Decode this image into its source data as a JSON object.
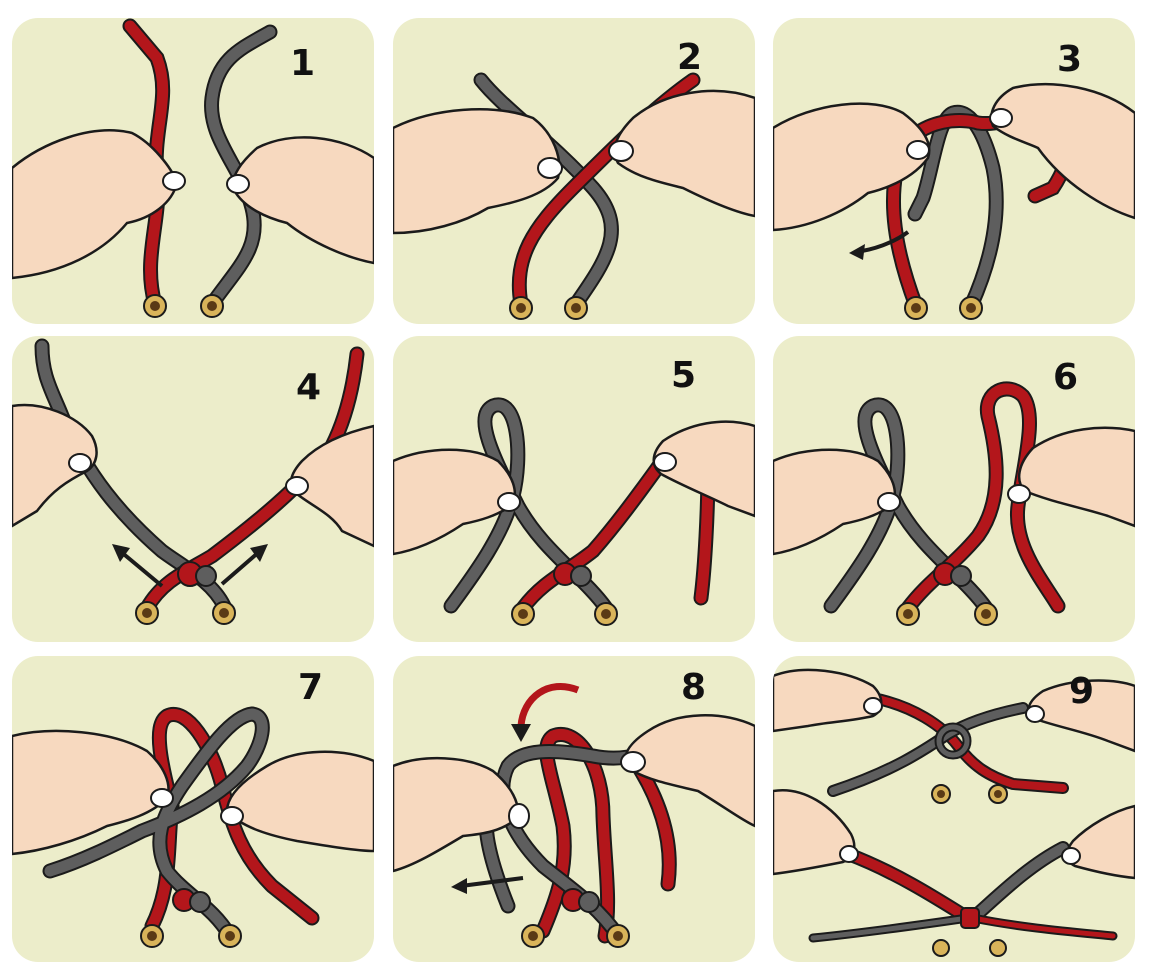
{
  "colors": {
    "panel_bg": "#ecedca",
    "lace_red": "#b3161b",
    "lace_gray": "#5e5e5e",
    "skin": "#f7d9bf",
    "outline": "#1b1b1b",
    "eyelet": "#d9b45a"
  },
  "steps": [
    {
      "number": "1"
    },
    {
      "number": "2"
    },
    {
      "number": "3"
    },
    {
      "number": "4"
    },
    {
      "number": "5"
    },
    {
      "number": "6"
    },
    {
      "number": "7"
    },
    {
      "number": "8"
    },
    {
      "number": "9"
    }
  ]
}
